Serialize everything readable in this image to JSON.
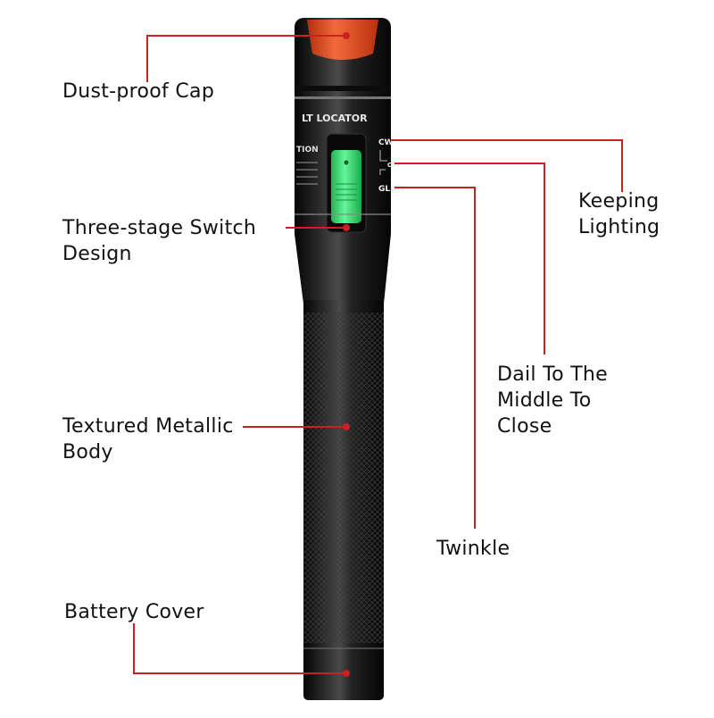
{
  "device": {
    "header_text": "LT LOCATOR",
    "caution_text": "TION",
    "switch_labels": [
      "CW",
      "OFF",
      "GLINT"
    ]
  },
  "callouts": {
    "dust_cap": "Dust-proof Cap",
    "switch": "Three-stage Switch\nDesign",
    "body": "Textured Metallic\nBody",
    "battery": "Battery Cover",
    "keeping": "Keeping\nLighting",
    "dail": "Dail To The\nMiddle To\nClose",
    "twinkle": "Twinkle"
  },
  "colors": {
    "leader_line": "#cc1f1f",
    "cap": "#e8461e",
    "switch": "#3ee87a",
    "barrel": "#141414"
  }
}
